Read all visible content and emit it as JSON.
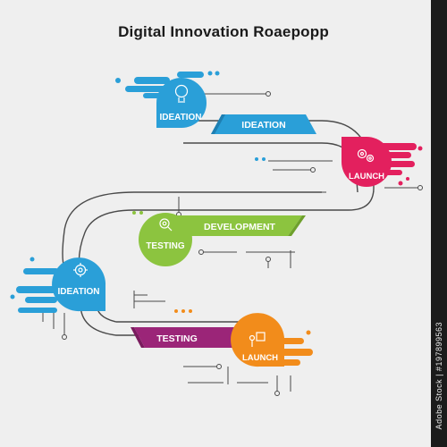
{
  "title": "Digital Innovation Roaepopp",
  "stock_id": "Adobe Stock | #197899563",
  "colors": {
    "blue": "#2a9fd8",
    "pink": "#e3205e",
    "green": "#8cc43f",
    "orange": "#f28c1b",
    "purple": "#9b2578",
    "line": "#4a4a4a"
  },
  "steps": {
    "step1": {
      "circle_label": "IDEATION",
      "banner_label": "IDEATION",
      "icon": "lightbulb-icon"
    },
    "step2": {
      "circle_label": "LAUNCH",
      "icon": "gears-icon"
    },
    "step3": {
      "circle_label": "TESTING",
      "banner_label": "DEVELOPMENT",
      "icon": "gear-search-icon"
    },
    "step4": {
      "circle_label": "IDEATION",
      "icon": "gear-icon"
    },
    "step5": {
      "circle_label": "LAUNCH",
      "banner_label": "TESTING",
      "icon": "person-board-icon"
    }
  }
}
